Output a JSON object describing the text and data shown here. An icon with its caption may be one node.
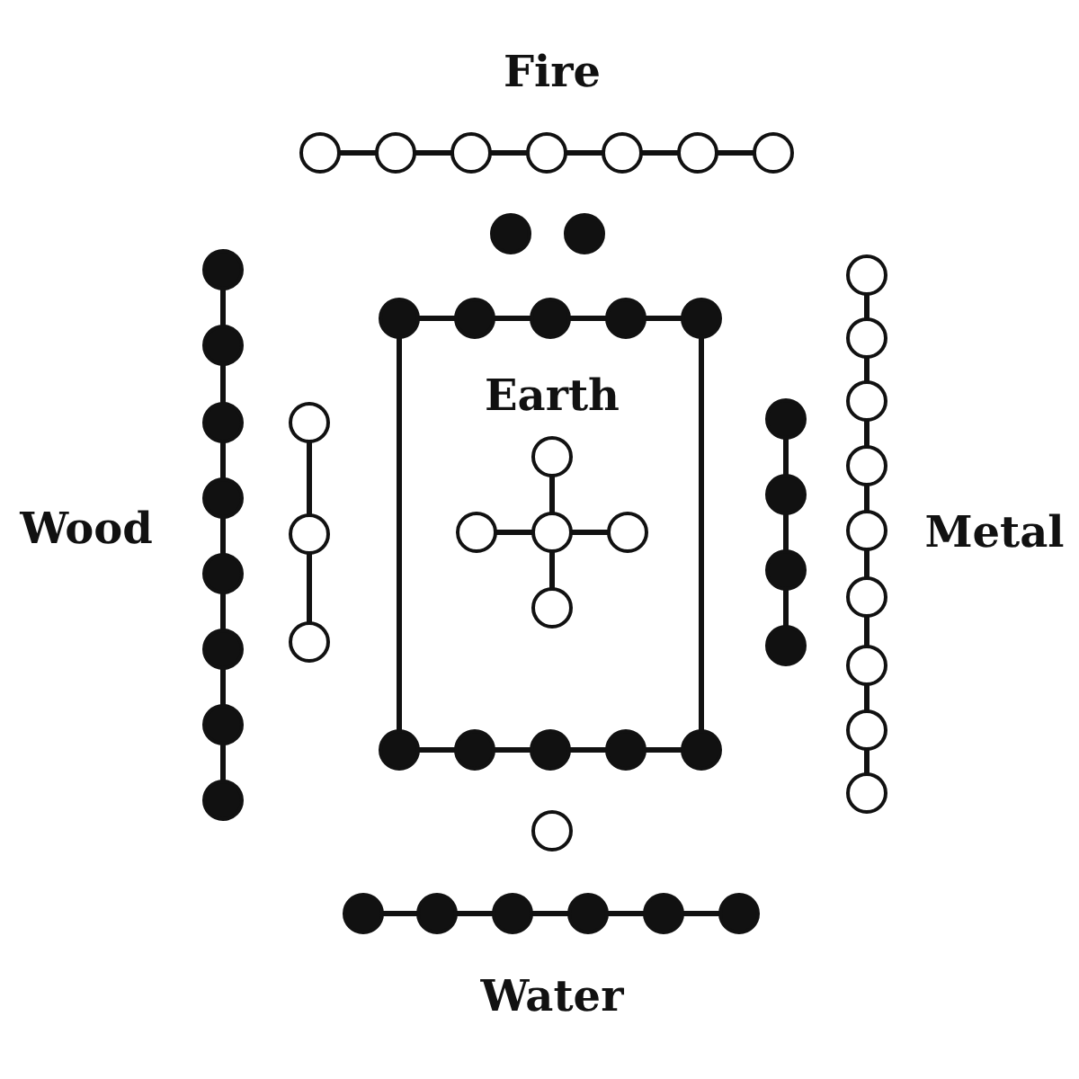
{
  "diagram": {
    "labels": [
      "Fire",
      "Earth",
      "Wood",
      "Metal",
      "Water"
    ]
  }
}
